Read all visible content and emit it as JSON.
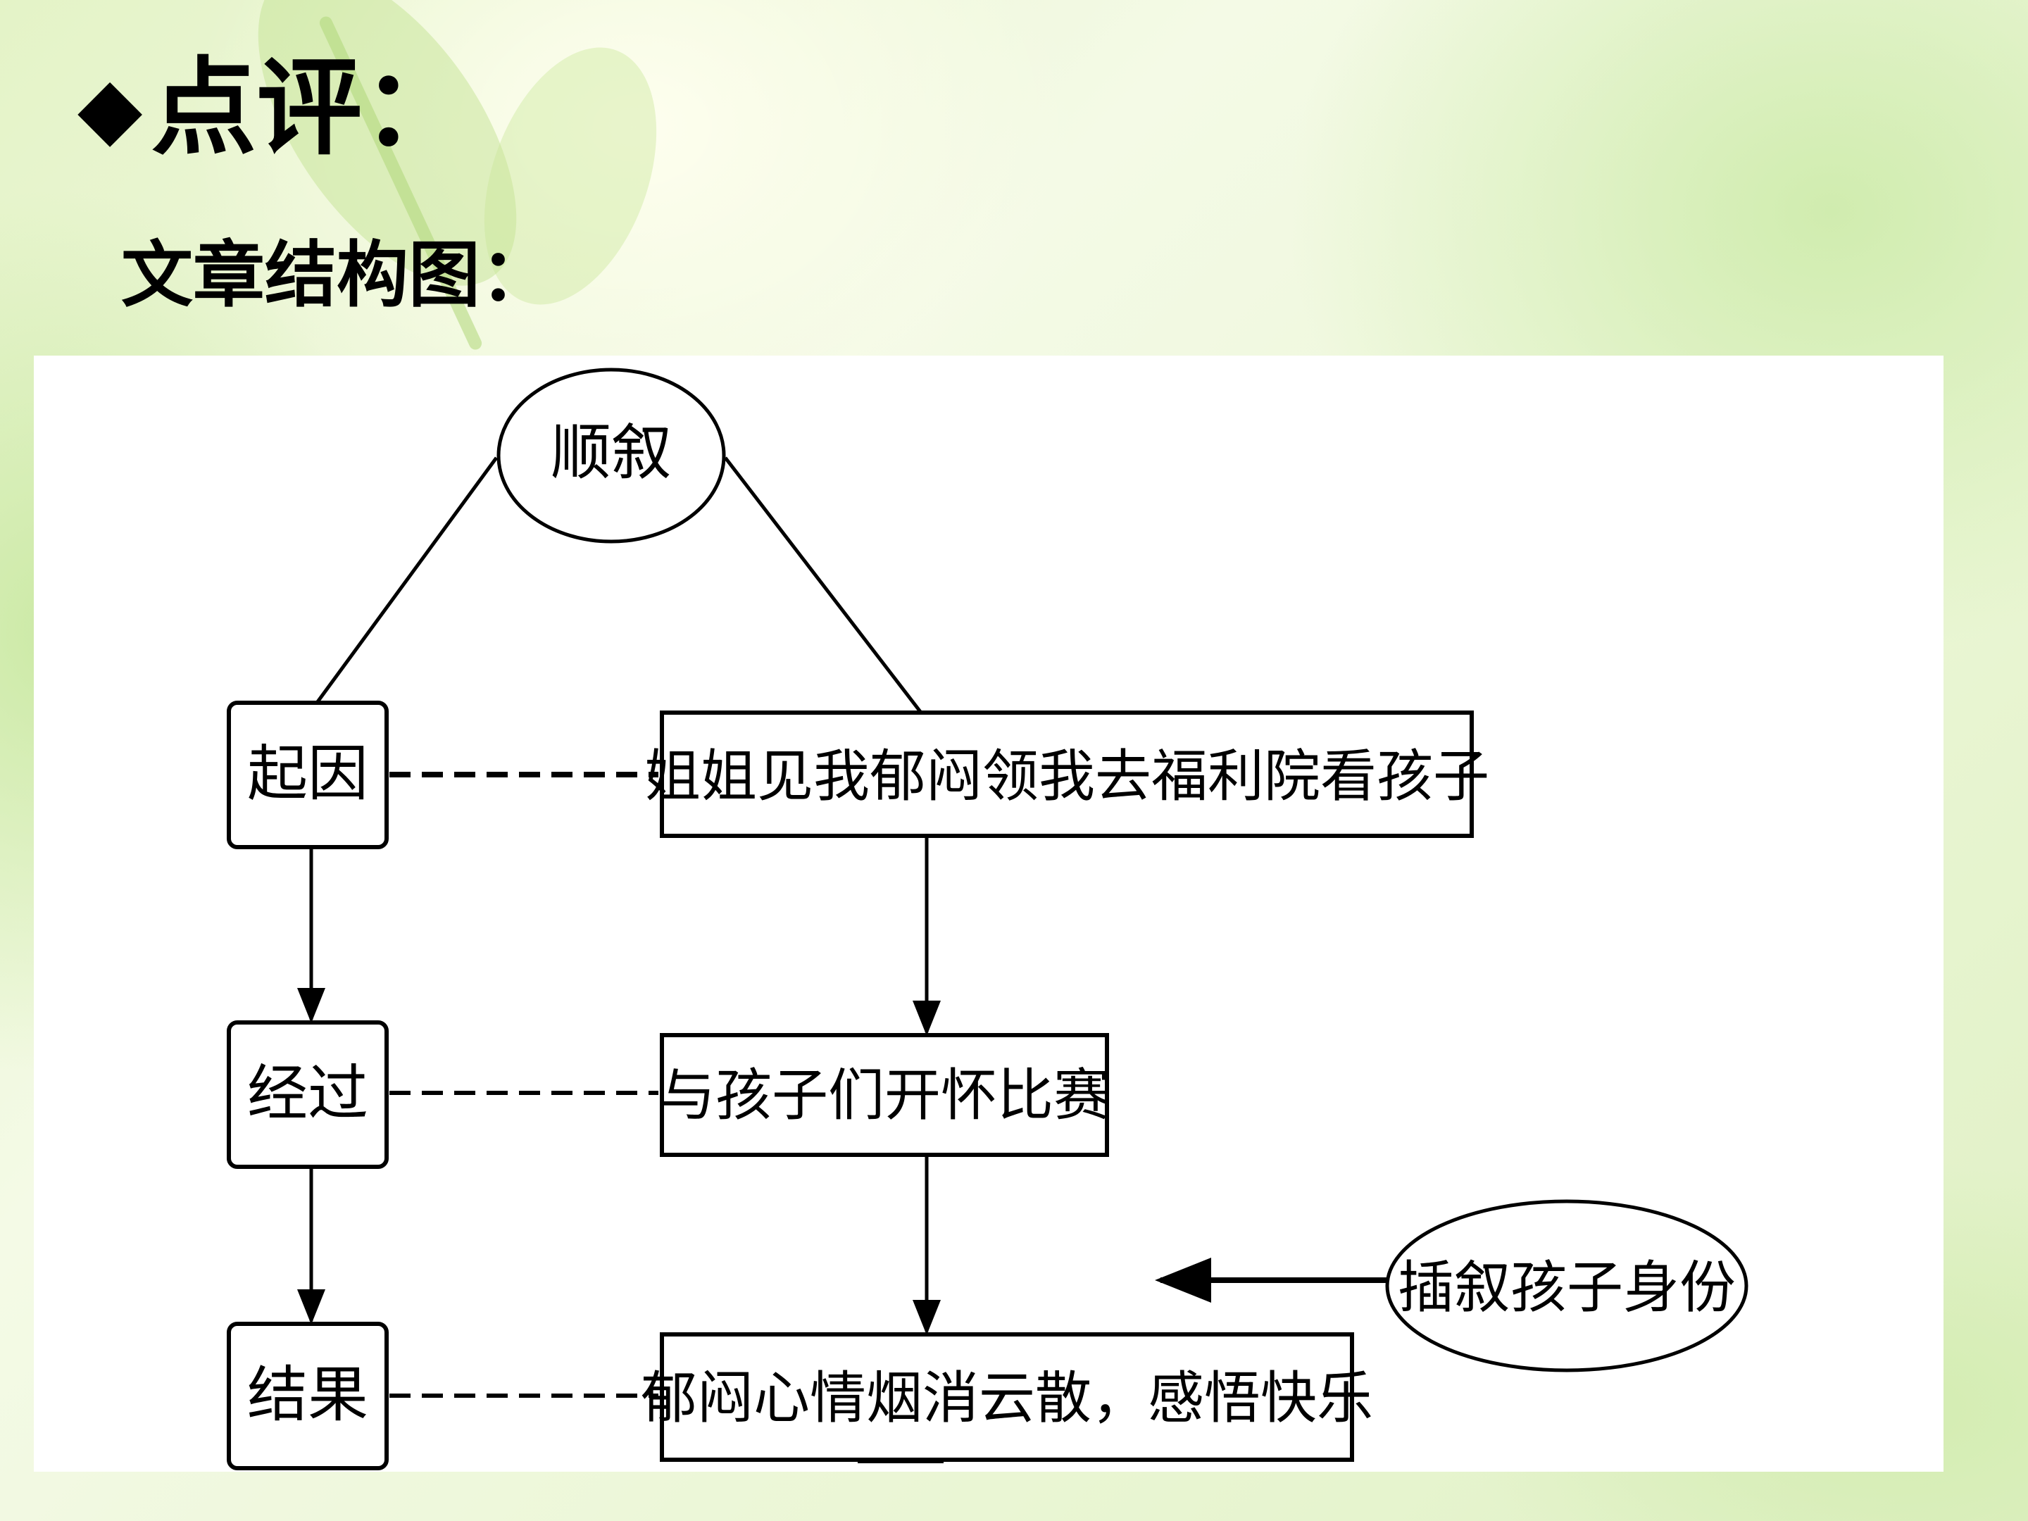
{
  "heading": {
    "bullet": "◆",
    "text": "点评："
  },
  "subheading": "文章结构图：",
  "diagram": {
    "top_node": "顺叙",
    "stages": [
      "起因",
      "经过",
      "结果"
    ],
    "events": [
      "姐姐见我郁闷领我去福利院看孩子",
      "与孩子们开怀比赛",
      "郁闷心情烟消云散，感悟快乐"
    ],
    "side_note": "插叙孩子身份"
  }
}
